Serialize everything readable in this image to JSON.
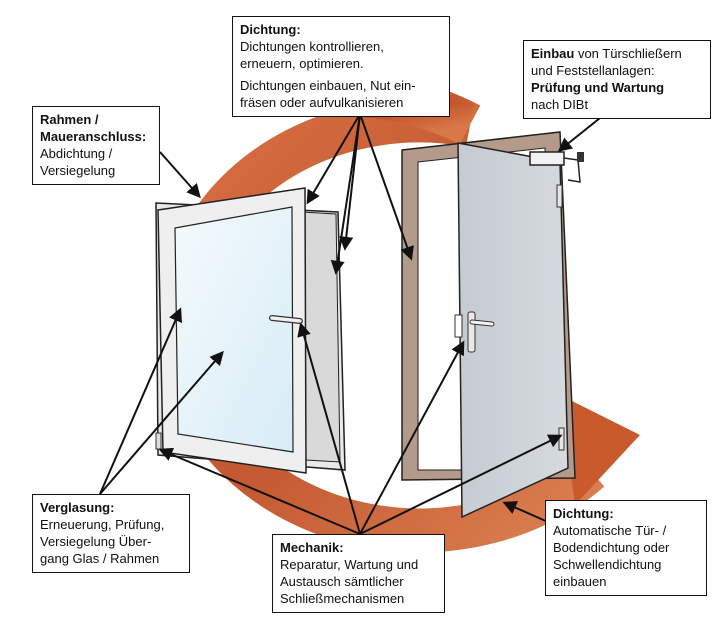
{
  "callouts": {
    "dichtung_top": {
      "title": "Dichtung:",
      "lines": [
        "Dichtungen kontrollieren,",
        "erneuern, optimieren.",
        "Dichtungen einbauen, Nut ein-",
        "fräsen oder aufvulkanisieren"
      ]
    },
    "einbau": {
      "title_bold": "Einbau",
      "title_rest": " von Türschließern",
      "lines": [
        "und Feststellanlagen:"
      ],
      "bold_line": "Prüfung und Wartung",
      "last_line": "nach DIBt"
    },
    "rahmen": {
      "title_lines": [
        "Rahmen /",
        "Maueranschluss:"
      ],
      "lines": [
        "Abdichtung /",
        "Versiegelung"
      ]
    },
    "verglasung": {
      "title": "Verglasung:",
      "lines": [
        "Erneuerung, Prüfung,",
        "Versiegelung Über-",
        "gang Glas / Rahmen"
      ]
    },
    "mechanik": {
      "title": "Mechanik:",
      "lines": [
        "Reparatur, Wartung und",
        "Austausch sämtlicher",
        "Schließmechanismen"
      ]
    },
    "dichtung_bottom": {
      "title": "Dichtung:",
      "lines": [
        "Automatische Tür- /",
        "Bodendichtung oder",
        "Schwellendichtung",
        "einbauen"
      ]
    }
  },
  "colors": {
    "arrow_ring": "#c0532a",
    "door_frame": "#b49a8a",
    "door_leaf": "#cfd4d9",
    "window_frame": "#e6e6e6",
    "glass": "#e8f3fa"
  }
}
